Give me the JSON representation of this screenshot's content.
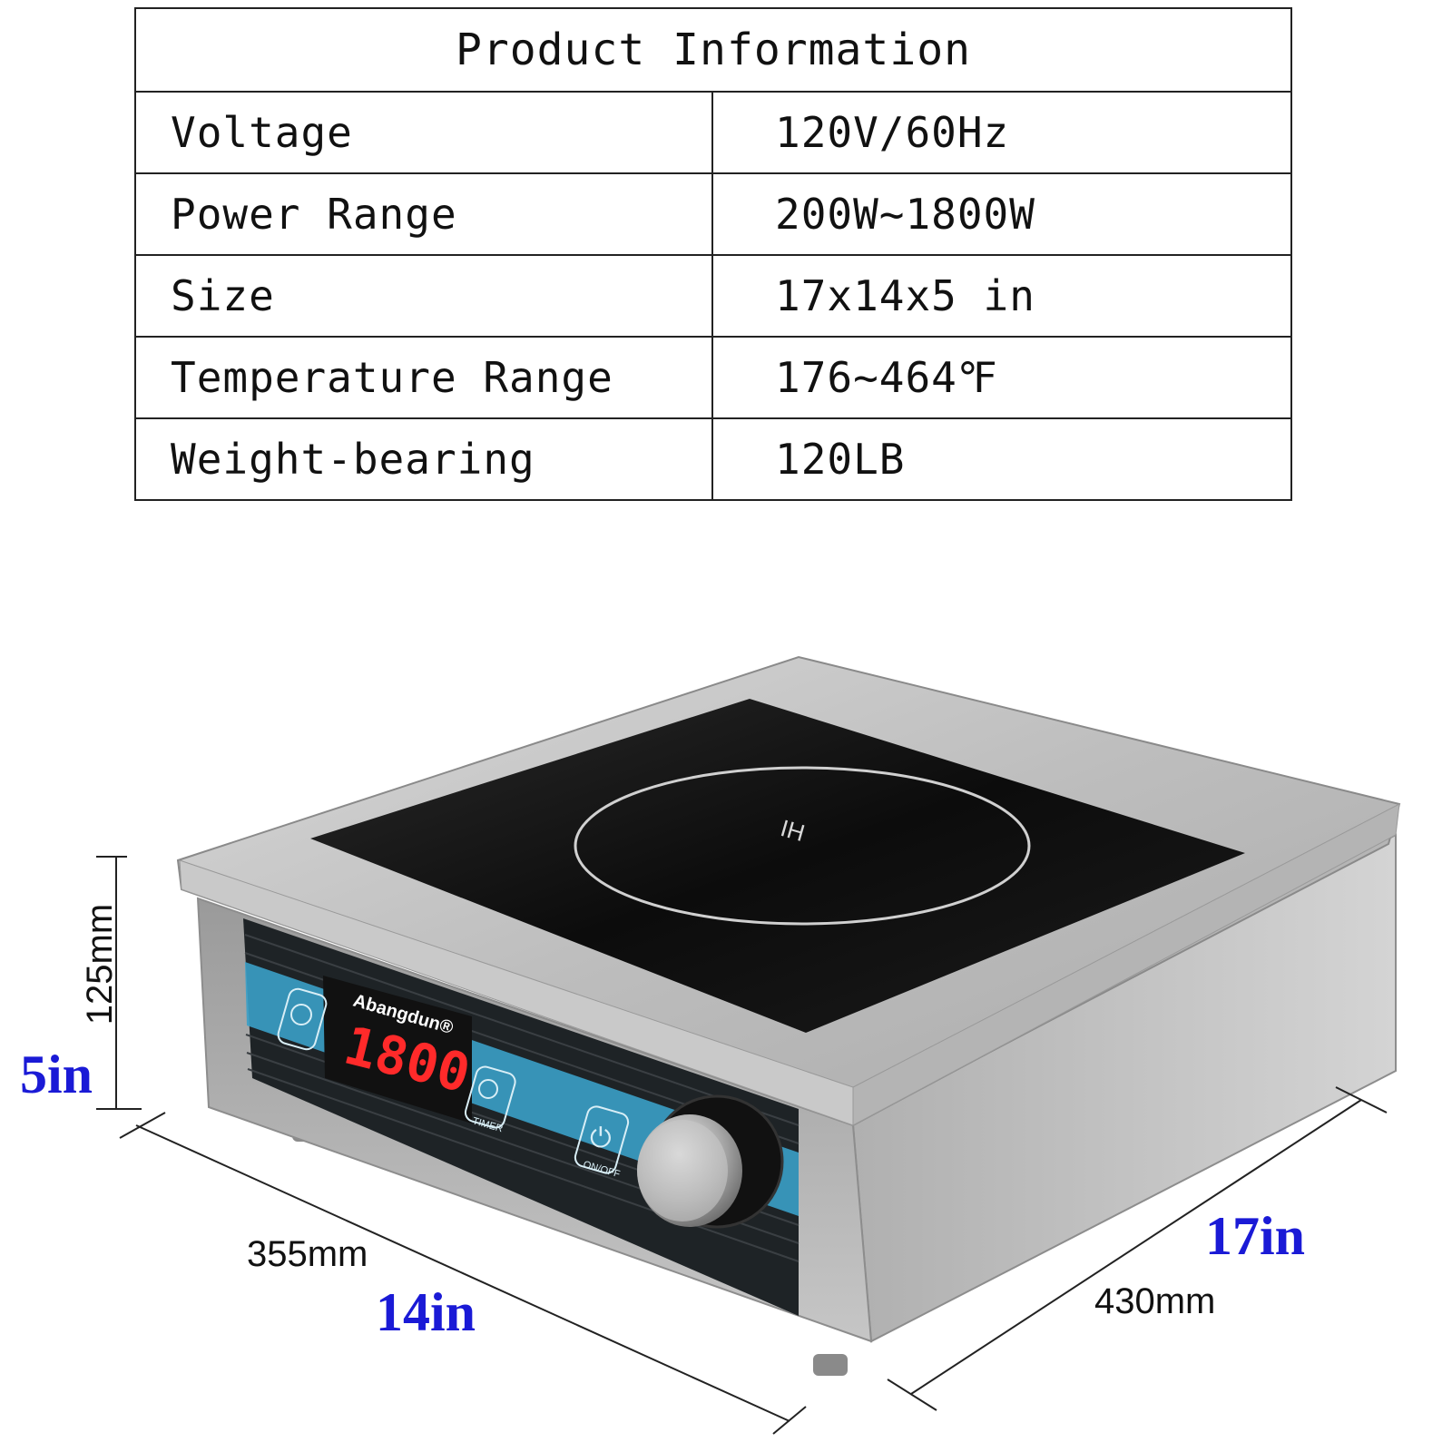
{
  "table": {
    "title": "Product Information",
    "rows": [
      {
        "label": "Voltage",
        "value": "120V/60Hz"
      },
      {
        "label": "Power Range",
        "value": "200W~1800W"
      },
      {
        "label": "Size",
        "value": "17x14x5 in"
      },
      {
        "label": "Temperature Range",
        "value": "176~464℉"
      },
      {
        "label": "Weight-bearing",
        "value": "120LB"
      }
    ]
  },
  "dimensions": {
    "height_mm": "125mm",
    "height_in": "5in",
    "width_mm": "355mm",
    "width_in": "14in",
    "depth_mm": "430mm",
    "depth_in": "17in"
  },
  "product": {
    "brand": "Abangdun®",
    "display": "1800",
    "hob_mark": "IH",
    "buttons": [
      "TIMER",
      "ON/OFF"
    ]
  },
  "colors": {
    "inch_label": "#1a1ad6",
    "panel_accent": "#3aa0c8",
    "display_digits": "#ff2a2a"
  }
}
